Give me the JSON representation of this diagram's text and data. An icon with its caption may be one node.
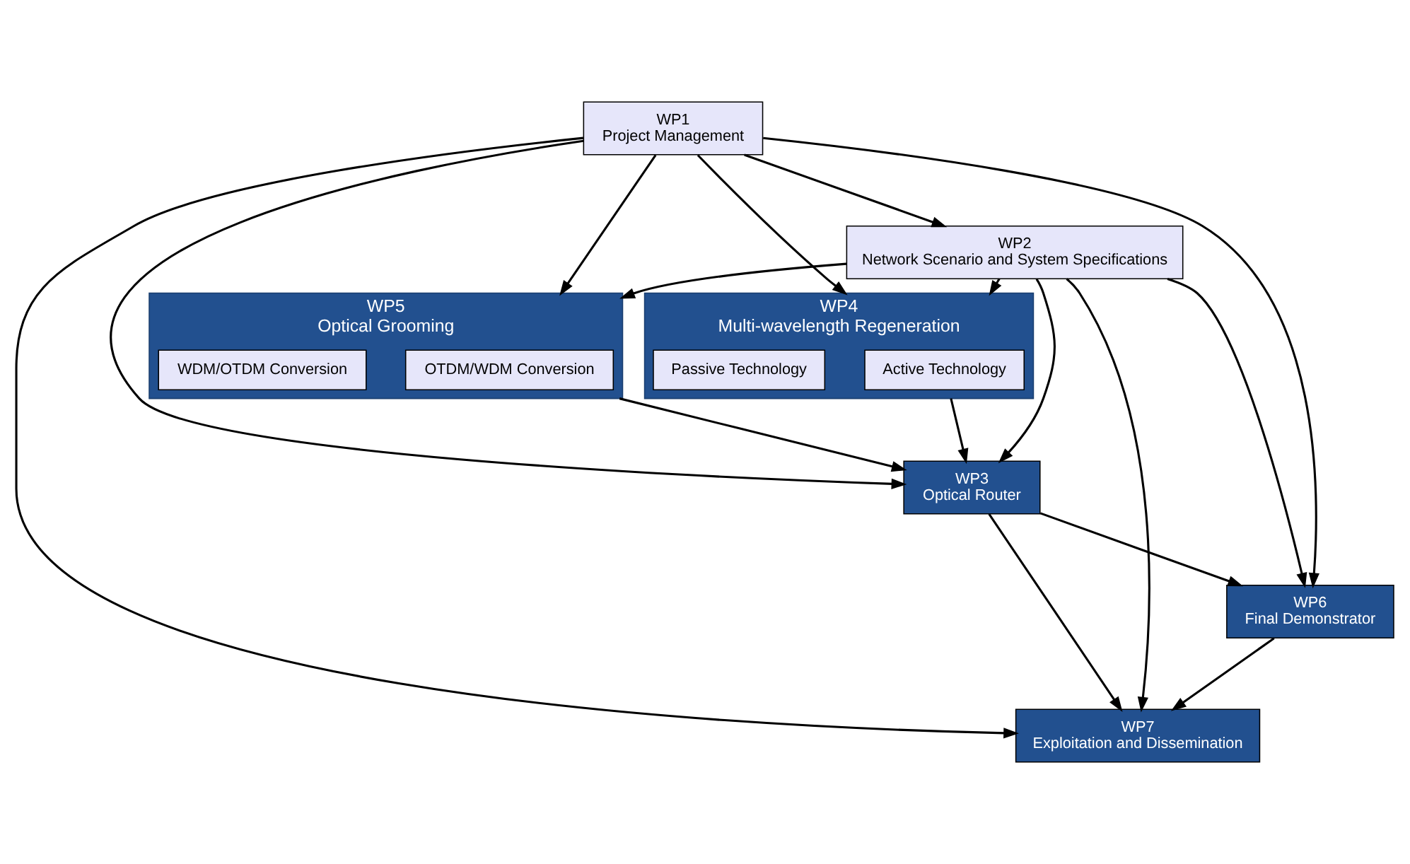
{
  "diagram": {
    "nodes": [
      {
        "text": [
          "WP1",
          "Project Management"
        ]
      },
      {
        "text": [
          "WP2",
          "Network Scenario and System Specifications"
        ]
      },
      {
        "text": [
          "WP4",
          "Multi-wavelength Regeneration"
        ]
      },
      {
        "text": [
          "Active Technology"
        ],
        "in": 2
      },
      {
        "text": [
          "Passive Technology"
        ],
        "in": 2
      },
      {
        "text": [
          "WP5",
          "Optical Grooming"
        ]
      },
      {
        "text": [
          "OTDM/WDM Conversion"
        ],
        "in": 5
      },
      {
        "text": [
          "WDM/OTDM Conversion"
        ],
        "in": 5
      },
      {
        "text": [
          "WP3",
          "Optical Router"
        ]
      },
      {
        "text": [
          "WP6",
          "Final Demonstrator"
        ]
      },
      {
        "text": [
          "WP7",
          "Exploitation and Dissemination"
        ]
      }
    ],
    "edges": [
      {
        "from": 0,
        "to": 1,
        "arrow": "to"
      },
      {
        "from": 0,
        "to": 2,
        "arrow": "to"
      },
      {
        "from": 0,
        "to": 5,
        "arrow": "to"
      },
      {
        "from": 0,
        "to": 8,
        "arrow": "to"
      },
      {
        "from": 0,
        "to": 9,
        "arrow": "to"
      },
      {
        "from": 0,
        "to": 10,
        "arrow": "to"
      },
      {
        "from": 1,
        "to": 5,
        "arrow": "to"
      },
      {
        "from": 1,
        "to": 2,
        "arrow": "to"
      },
      {
        "from": 1,
        "to": 8,
        "arrow": "to"
      },
      {
        "from": 1,
        "to": 9,
        "arrow": "to"
      },
      {
        "from": 1,
        "to": 10,
        "arrow": "to"
      },
      {
        "from": 2,
        "to": 8,
        "arrow": "to"
      },
      {
        "from": 5,
        "to": 8,
        "arrow": "to"
      },
      {
        "from": 8,
        "to": 9,
        "arrow": "to"
      },
      {
        "from": 8,
        "to": 10,
        "arrow": "to"
      },
      {
        "from": 9,
        "to": 10,
        "arrow": "to"
      }
    ]
  }
}
